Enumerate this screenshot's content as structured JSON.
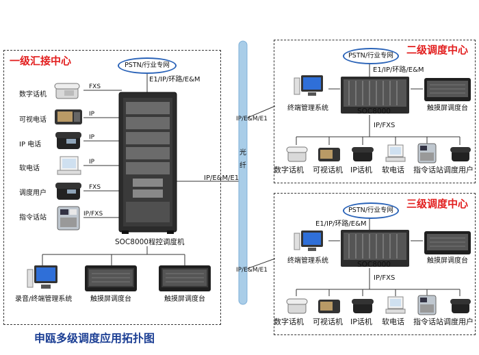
{
  "colors": {
    "accent_red": "#e21e1e",
    "fiber_blue": "#a9cde8",
    "cloud_blue": "#2a63b8",
    "caption_blue": "#1c3f94"
  },
  "left": {
    "title": "一级汇接中心",
    "network": "PSTN/行业专网",
    "uplink": "E1/IP/环路/E&M",
    "devices": [
      {
        "label": "数字话机",
        "link": "FXS"
      },
      {
        "label": "可视电话",
        "link": "IP"
      },
      {
        "label": "IP 电话",
        "link": "IP"
      },
      {
        "label": "软电话",
        "link": "IP"
      },
      {
        "label": "调度用户",
        "link": "FXS"
      },
      {
        "label": "指令话站",
        "link": "IP/FXS"
      }
    ],
    "rack_label": "SOC8000程控调度机",
    "bottom": [
      {
        "label": "录音/终端管理系统"
      },
      {
        "label": "触摸屏调度台"
      },
      {
        "label": "触摸屏调度台"
      }
    ],
    "trunk": "IP/E&M/E1"
  },
  "fiber": {
    "label_top": "光",
    "label_bottom": "纤"
  },
  "centers": [
    {
      "title": "二级调度中心",
      "network": "PSTN/行业专网",
      "uplink": "E1/IP/环路/E&M",
      "trunk": "IP/E&M/E1",
      "mgmt": "终端管理系统",
      "switch": "SOC8000",
      "console": "触摸屏调度台",
      "down": "IP/FXS",
      "terminals": [
        "数字话机",
        "可视话机",
        "IP话机",
        "软电话",
        "指令话站",
        "调度用户"
      ]
    },
    {
      "title": "三级调度中心",
      "network": "PSTN/行业专网",
      "uplink": "E1/IP/环路/E&M",
      "trunk": "IP/E&M/E1",
      "mgmt": "终端管理系统",
      "switch": "SOC8000",
      "console": "触摸屏调度台",
      "down": "IP/FXS",
      "terminals": [
        "数字话机",
        "可视话机",
        "IP话机",
        "软电话",
        "指令话站",
        "调度用户"
      ]
    }
  ],
  "caption": "申瓯多级调度应用拓扑图"
}
